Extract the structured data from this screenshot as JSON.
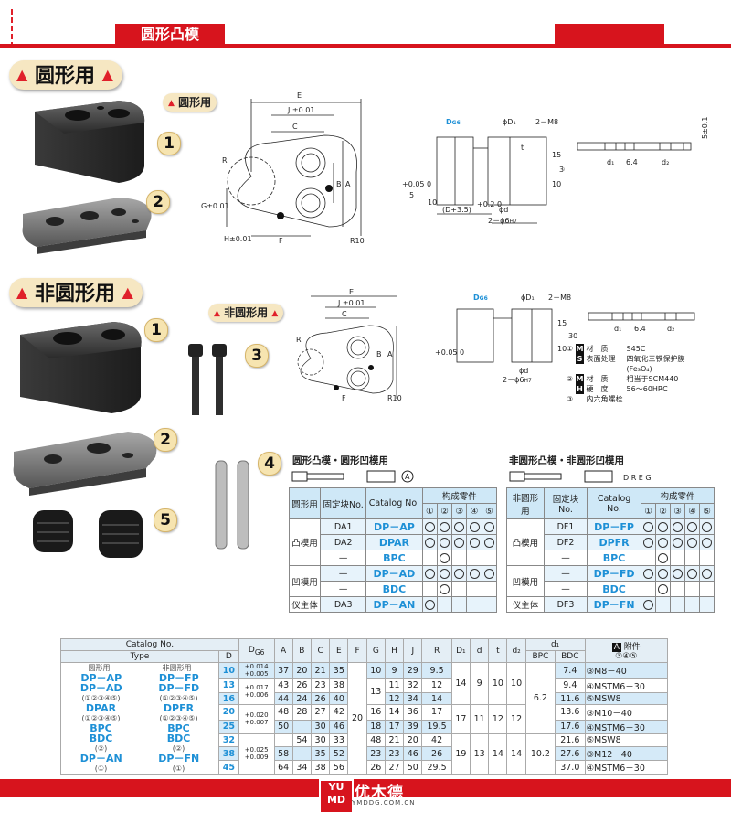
{
  "header": {
    "title": "圆形凸模"
  },
  "sections": {
    "round": {
      "label": "圆形用",
      "small_label": "圆形用"
    },
    "nonround": {
      "label": "非圆形用",
      "small_label": "非圆形用"
    }
  },
  "part_numbers": [
    "1",
    "2",
    "3",
    "4",
    "5"
  ],
  "drawing_labels": {
    "E": "E",
    "J": "J ±0.01",
    "C": "C",
    "R": "R",
    "G": "G±0.01",
    "B": "B",
    "A": "A",
    "H": "H±0.01",
    "F": "F",
    "R10": "R10",
    "DG6": "D",
    "DG6_sub": "G6",
    "D1": "ϕD₁",
    "M8": "2－M8",
    "t": "t",
    "d": "ϕd",
    "d_tol": "+0.2 0",
    "D35": "(D+3.5)",
    "phi6": "2－ϕ6",
    "phi6_sub": "H7",
    "n15": "15",
    "n30": "30",
    "n10": "10",
    "n5": "5",
    "n5tol": "+0.05 0",
    "d1": "d₁",
    "d2": "d₂",
    "n64": "6.4",
    "n5pm": "5±0.1"
  },
  "material_notes": [
    {
      "mark": "M",
      "num": "①",
      "k": "材　质",
      "v": "S45C"
    },
    {
      "mark": "S",
      "num": "",
      "k": "表面处理",
      "v": "四氧化三铁保护膜"
    },
    {
      "mark": "",
      "num": "",
      "k": "",
      "v": "(Fe₃O₄)"
    },
    {
      "mark": "M",
      "num": "②",
      "k": "材　质",
      "v": "相当于SCM440"
    },
    {
      "mark": "H",
      "num": "",
      "k": "硬　度",
      "v": "56～60HRC"
    },
    {
      "mark": "",
      "num": "③",
      "k": "内六角螺栓",
      "v": ""
    }
  ],
  "parts_table_left": {
    "title": "圆形凸模・圆形凹模用",
    "code": "A",
    "headers": [
      "圆形用",
      "固定块No.",
      "Catalog No.",
      "构成零件"
    ],
    "sub": [
      "①",
      "②",
      "③",
      "④",
      "⑤"
    ],
    "rows": [
      {
        "group": "凸模用",
        "block": "DA1",
        "cat": "DP－AP",
        "marks": [
          "○",
          "○",
          "○",
          "○",
          "○"
        ]
      },
      {
        "group": "",
        "block": "DA2",
        "cat": "DPAR",
        "marks": [
          "○",
          "○",
          "○",
          "○",
          "○"
        ]
      },
      {
        "group": "",
        "block": "—",
        "cat": "BPC",
        "marks": [
          "",
          "○",
          "",
          "",
          ""
        ]
      },
      {
        "group": "凹模用",
        "block": "—",
        "cat": "DP－AD",
        "marks": [
          "○",
          "○",
          "○",
          "○",
          "○"
        ]
      },
      {
        "group": "",
        "block": "—",
        "cat": "BDC",
        "marks": [
          "",
          "○",
          "",
          "",
          ""
        ]
      },
      {
        "group": "仪主体",
        "block": "DA3",
        "cat": "DP－AN",
        "marks": [
          "○",
          "",
          "",
          "",
          ""
        ]
      }
    ]
  },
  "parts_table_right": {
    "title": "非圆形凸模・非圆形凹模用",
    "code": "D R E G",
    "headers": [
      "非圆形用",
      "固定块No.",
      "Catalog No.",
      "构成零件"
    ],
    "sub": [
      "①",
      "②",
      "③",
      "④",
      "⑤"
    ],
    "rows": [
      {
        "group": "凸模用",
        "block": "DF1",
        "cat": "DP－FP",
        "marks": [
          "○",
          "○",
          "○",
          "○",
          "○"
        ]
      },
      {
        "group": "",
        "block": "DF2",
        "cat": "DPFR",
        "marks": [
          "○",
          "○",
          "○",
          "○",
          "○"
        ]
      },
      {
        "group": "",
        "block": "—",
        "cat": "BPC",
        "marks": [
          "",
          "○",
          "",
          "",
          ""
        ]
      },
      {
        "group": "凹模用",
        "block": "—",
        "cat": "DP－FD",
        "marks": [
          "○",
          "○",
          "○",
          "○",
          "○"
        ]
      },
      {
        "group": "",
        "block": "—",
        "cat": "BDC",
        "marks": [
          "",
          "○",
          "",
          "",
          ""
        ]
      },
      {
        "group": "仪主体",
        "block": "DF3",
        "cat": "DP－FN",
        "marks": [
          "○",
          "",
          "",
          "",
          ""
        ]
      }
    ]
  },
  "spec_table": {
    "catalog_no": "Catalog No.",
    "type": "Type",
    "D": "D",
    "headers": [
      "DG6",
      "A",
      "B",
      "C",
      "E",
      "F",
      "G",
      "H",
      "J",
      "R",
      "D₁",
      "d",
      "t",
      "d₂",
      "d₁",
      "A 附件"
    ],
    "d1_sub": [
      "BPC",
      "BDC"
    ],
    "att_sub": "③④⑤",
    "type_round": "−圆形用−",
    "type_nonround": "−非圆形用−",
    "types": [
      {
        "a": "DP－AP",
        "b": "DP－FP"
      },
      {
        "a": "DP－AD",
        "b": "DP－FD"
      },
      {
        "a": "(①②③④⑤)",
        "b": "(①②③④⑤)"
      },
      {
        "a": "DPAR",
        "b": "DPFR"
      },
      {
        "a": "(①②③④⑤)",
        "b": "(①②③④⑤)"
      },
      {
        "a": "BPC",
        "b": "BPC"
      },
      {
        "a": "BDC",
        "b": "BDC"
      },
      {
        "a": "(②)",
        "b": "(②)"
      },
      {
        "a": "DP－AN",
        "b": "DP－FN"
      },
      {
        "a": "(①)",
        "b": "(①)"
      }
    ],
    "rows": [
      {
        "D": "10",
        "tol": "+0.014 +0.005",
        "A": "37",
        "B": "20",
        "C": "21",
        "E": "35",
        "G": "10",
        "H": "9",
        "J": "29",
        "R": "9.5",
        "BDC": "7.4",
        "att": "③M8－40"
      },
      {
        "D": "13",
        "tol": "+0.017 +0.006",
        "A": "43",
        "B": "26",
        "C": "23",
        "E": "38",
        "G": "",
        "H": "11",
        "J": "32",
        "R": "12",
        "BDC": "9.4",
        "att": "④MSTM6－30"
      },
      {
        "D": "16",
        "tol": "",
        "A": "44",
        "B": "24",
        "C": "26",
        "E": "40",
        "G": "",
        "H": "12",
        "J": "34",
        "R": "14",
        "BDC": "11.6",
        "att": "⑤MSW8"
      },
      {
        "D": "20",
        "tol": "+0.020 +0.007",
        "A": "48",
        "B": "28",
        "C": "27",
        "E": "42",
        "G": "16",
        "H": "14",
        "J": "36",
        "R": "17",
        "BDC": "13.6",
        "att": "③M10－40"
      },
      {
        "D": "25",
        "tol": "",
        "A": "50",
        "B": "",
        "C": "30",
        "E": "46",
        "G": "18",
        "H": "17",
        "J": "39",
        "R": "19.5",
        "BDC": "17.6",
        "att": "④MSTM6－30"
      },
      {
        "D": "32",
        "tol": "",
        "A": "",
        "B": "54",
        "C": "30",
        "E": "33",
        "G": "48",
        "H": "21",
        "J": "20",
        "R": "42",
        "BDC": "21.6",
        "att": "⑤MSW8"
      },
      {
        "D": "38",
        "tol": "+0.025 +0.009",
        "A": "58",
        "B": "",
        "C": "35",
        "E": "52",
        "G": "23",
        "H": "23",
        "J": "46",
        "R": "26",
        "BDC": "27.6",
        "att": "③M12－40"
      },
      {
        "D": "45",
        "tol": "",
        "A": "64",
        "B": "34",
        "C": "38",
        "E": "56",
        "G": "26",
        "H": "27",
        "J": "50",
        "R": "29.5",
        "BDC": "37.0",
        "att": "④MSTM6－30"
      }
    ],
    "merged": {
      "F": "20",
      "G1": "13",
      "D1a": "14",
      "da": "9",
      "ta": "10",
      "d2a": "10",
      "D1b": "17",
      "db": "11",
      "tb": "12",
      "d2b": "12",
      "D1c": "19",
      "dc": "13",
      "tc": "14",
      "d2c": "14",
      "bpc1": "6.2",
      "bpc2": "10.2",
      "att_last": "⑤MSW8"
    }
  },
  "footer": {
    "logo_top": "YU",
    "logo_bottom": "MD",
    "brand": "优木德",
    "url": "YMDDG.COM.CN"
  }
}
